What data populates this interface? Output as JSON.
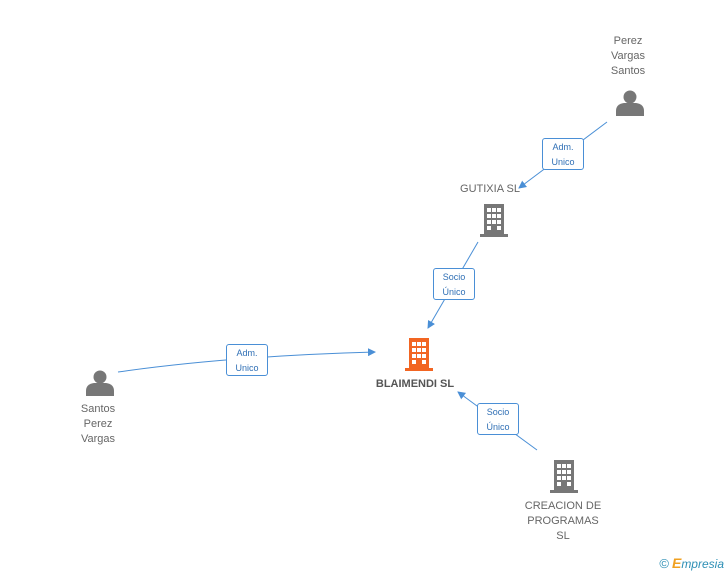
{
  "colors": {
    "edge": "#4a8fd6",
    "company": "#777777",
    "company_main": "#f26522",
    "person": "#777777"
  },
  "nodes": {
    "perez_vargas_santos": {
      "label": "Perez\nVargas\nSantos",
      "icon": "person-icon"
    },
    "gutixia": {
      "label": "GUTIXIA SL",
      "icon": "building-icon"
    },
    "blaimendi": {
      "label": "BLAIMENDI SL",
      "icon": "building-icon"
    },
    "santos_perez_vargas": {
      "label": "Santos\nPerez\nVargas",
      "icon": "person-icon"
    },
    "creacion": {
      "label": "CREACION DE\nPROGRAMAS\nSL",
      "icon": "building-icon"
    }
  },
  "edges": {
    "e1": {
      "line1": "Adm.",
      "line2": "Unico"
    },
    "e2": {
      "line1": "Socio",
      "line2": "Único"
    },
    "e3": {
      "line1": "Adm.",
      "line2": "Unico"
    },
    "e4": {
      "line1": "Socio",
      "line2": "Único"
    }
  },
  "footer": {
    "copyright": "©",
    "brand_initial": "E",
    "brand_rest": "mpresia"
  }
}
